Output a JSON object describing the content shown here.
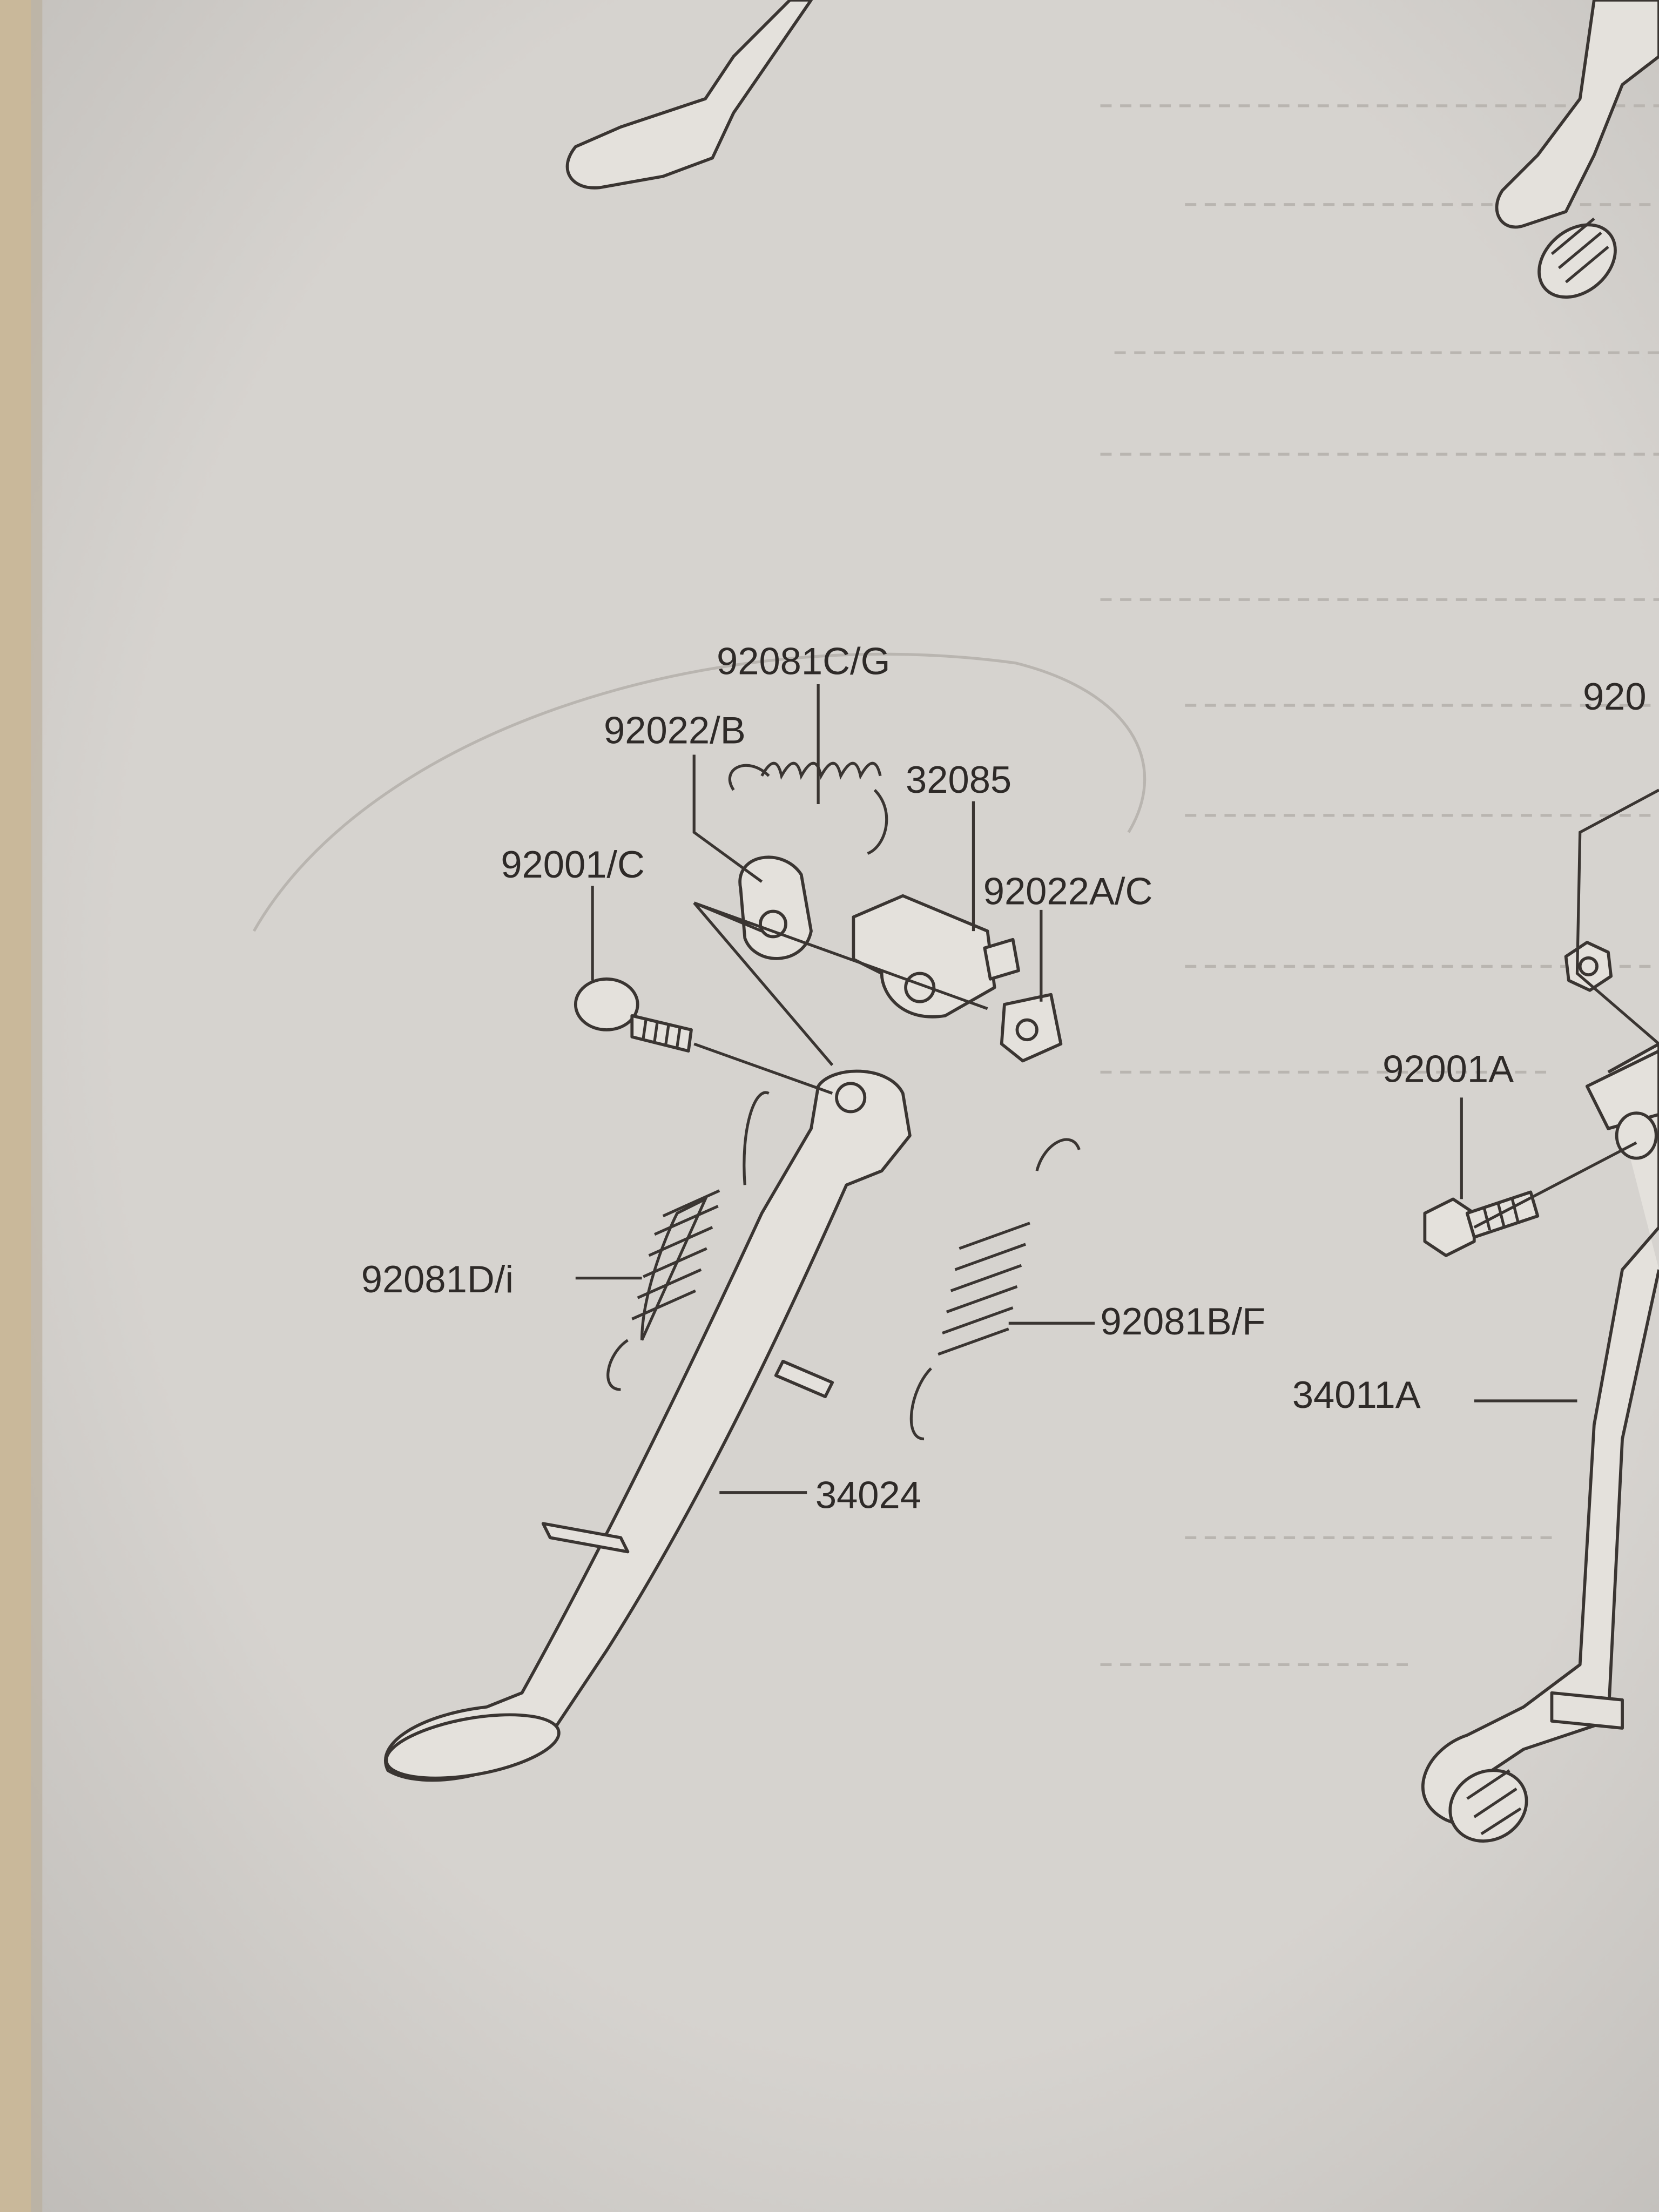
{
  "diagram": {
    "labels": {
      "spring_top": "92081C/G",
      "plate": "92022/B",
      "bracket": "32085",
      "bolt_left": "92001/C",
      "plate_right": "92022A/C",
      "spring_left": "92081D/i",
      "spring_right": "92081B/F",
      "side_stand": "34024",
      "bolt_right": "92001A",
      "center_stand": "34011A",
      "cut_label": "920"
    },
    "colors": {
      "paper": "#d3d0cc",
      "ink": "#2e2a28",
      "binding": "#c9b89a"
    }
  }
}
